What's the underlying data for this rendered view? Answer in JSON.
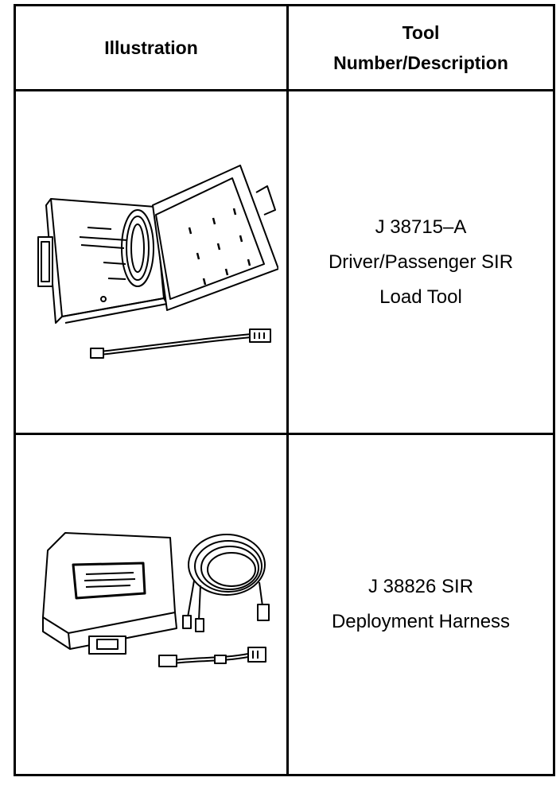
{
  "table": {
    "headers": {
      "illustration": "Illustration",
      "tool_line1": "Tool",
      "tool_line2": "Number/Description"
    },
    "rows": [
      {
        "illustration_icon": "sir-load-tool-case-icon",
        "description": [
          "J 38715–A",
          "Driver/Passenger SIR",
          "Load Tool"
        ]
      },
      {
        "illustration_icon": "deployment-harness-kit-icon",
        "description": [
          "J 38826 SIR",
          "Deployment Harness"
        ]
      }
    ]
  }
}
